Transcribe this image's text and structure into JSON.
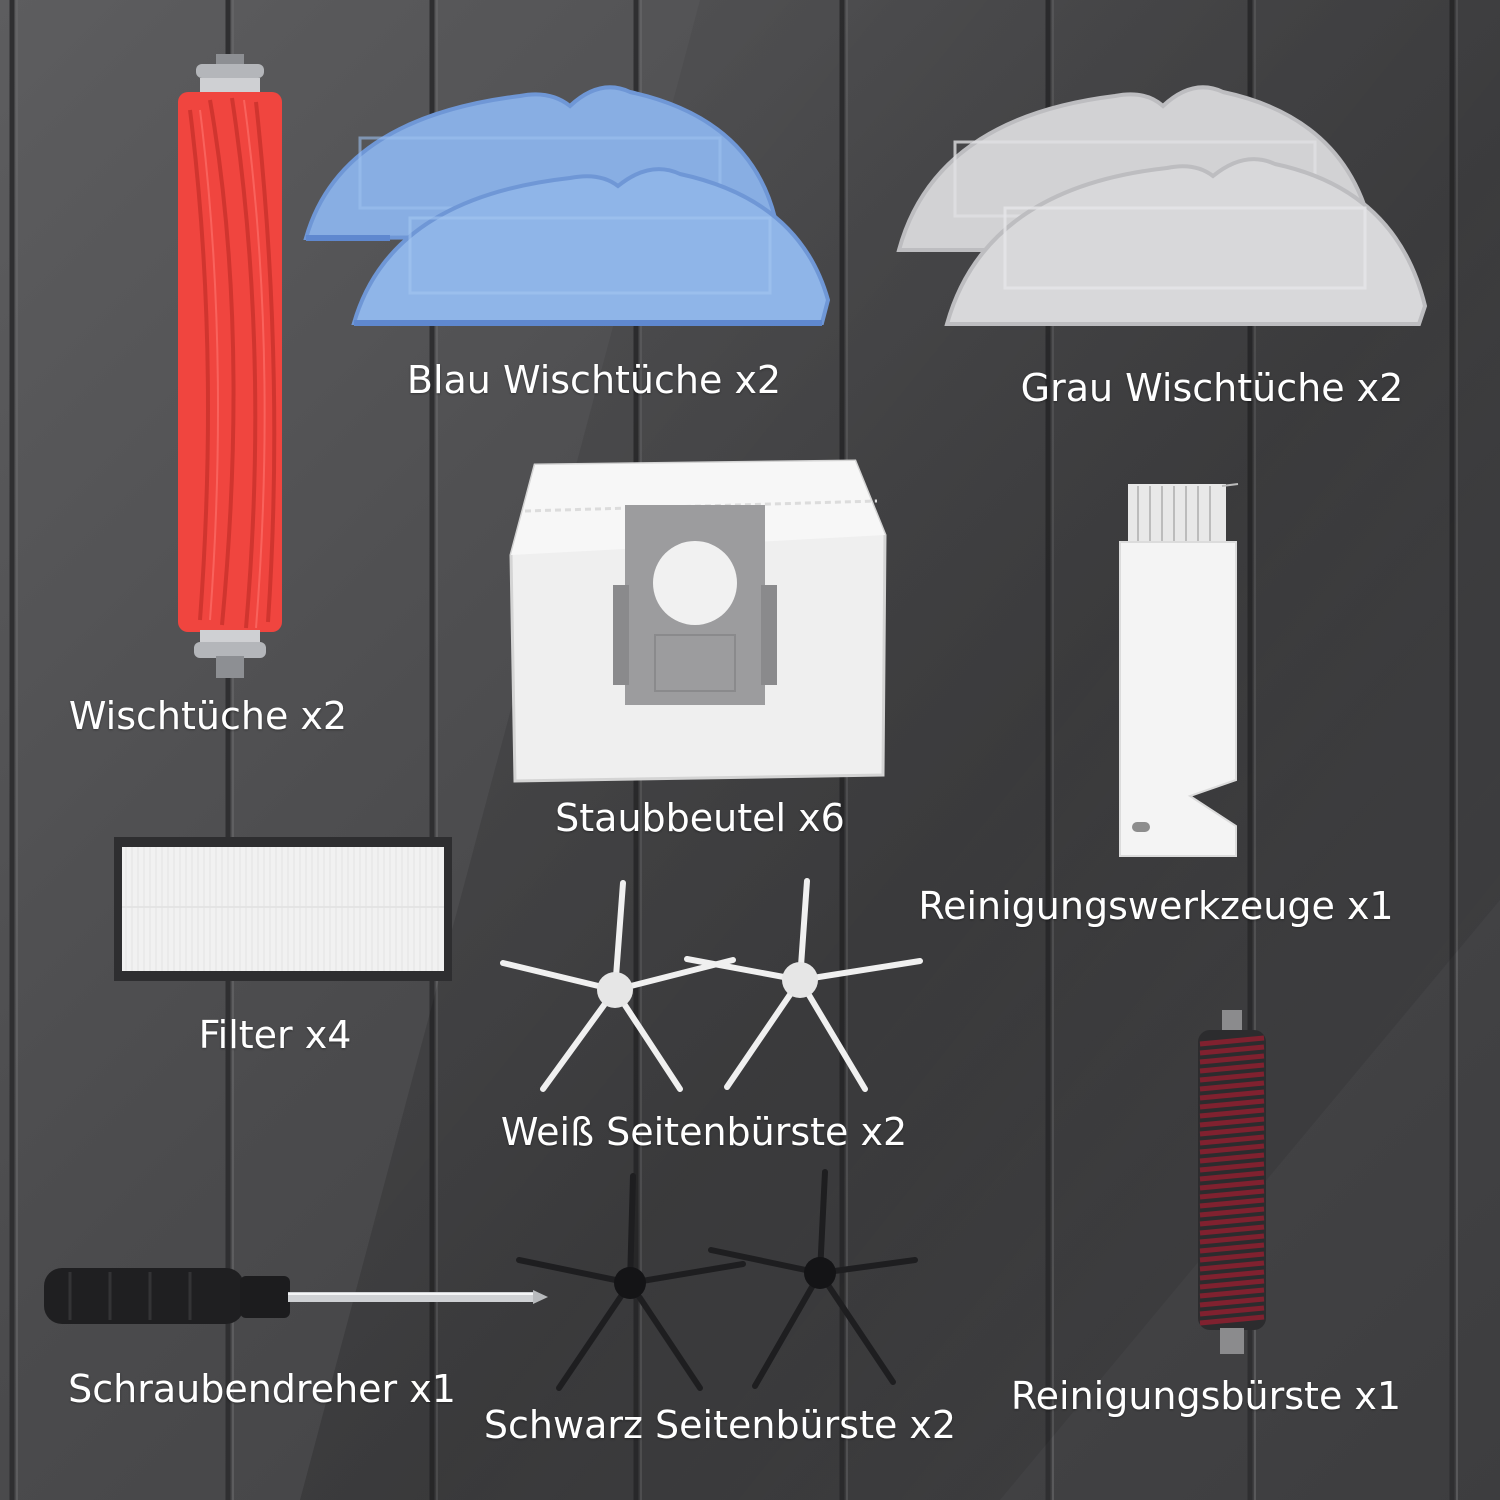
{
  "colors": {
    "background": "#4a4a4c",
    "roller_red": "#f0453f",
    "mop_blue": "#8ab4e8",
    "mop_grey": "#d4d4d6",
    "bag_white": "#f3f3f3",
    "bag_grey": "#9c9c9e",
    "label_text": "#ffffff"
  },
  "items": [
    {
      "id": "main-roller-brush",
      "label": "Wischtüche x2"
    },
    {
      "id": "blue-mop-pads",
      "label": "Blau Wischtüche x2"
    },
    {
      "id": "grey-mop-pads",
      "label": "Grau Wischtüche x2"
    },
    {
      "id": "dust-bag",
      "label": "Staubbeutel x6"
    },
    {
      "id": "cleaning-tool",
      "label": "Reinigungswerkzeuge x1"
    },
    {
      "id": "hepa-filter",
      "label": "Filter x4"
    },
    {
      "id": "white-side-brushes",
      "label": "Weiß Seitenbürste x2"
    },
    {
      "id": "screwdriver",
      "label": "Schraubendreher x1"
    },
    {
      "id": "black-side-brushes",
      "label": "Schwarz Seitenbürste x2"
    },
    {
      "id": "cleaning-roller-brush",
      "label": "Reinigungsbürste x1"
    }
  ]
}
